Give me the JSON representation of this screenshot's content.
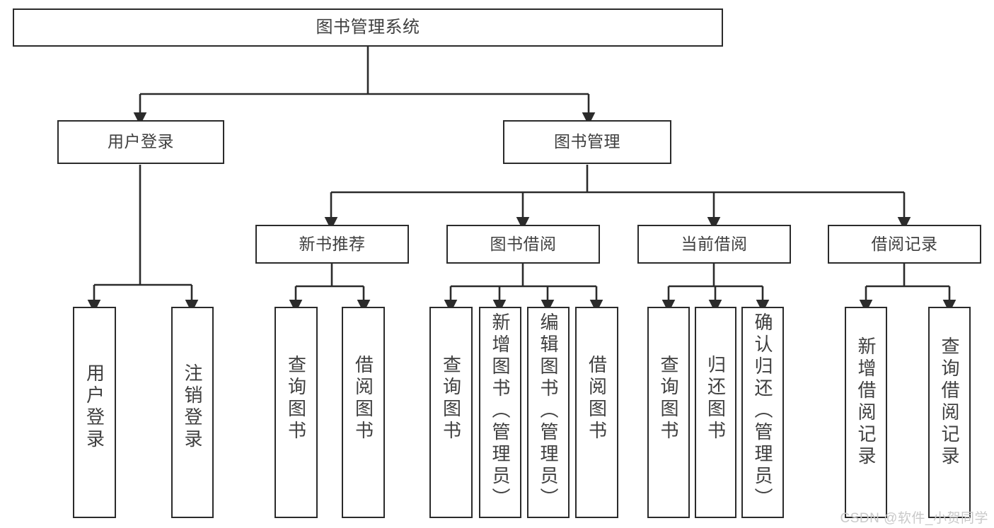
{
  "diagram": {
    "type": "tree-hierarchy",
    "title_node": {
      "id": "root",
      "label": "图书管理系统"
    },
    "level2": [
      {
        "id": "user-login",
        "label": "用户登录"
      },
      {
        "id": "book-management",
        "label": "图书管理"
      }
    ],
    "level3": [
      {
        "id": "new-book-recommend",
        "label": "新书推荐",
        "parent": "book-management"
      },
      {
        "id": "book-borrow",
        "label": "图书借阅",
        "parent": "book-management"
      },
      {
        "id": "current-borrow",
        "label": "当前借阅",
        "parent": "book-management"
      },
      {
        "id": "borrow-record",
        "label": "借阅记录",
        "parent": "book-management"
      }
    ],
    "leaves": {
      "user_login": [
        {
          "id": "leaf-user-login",
          "label": "用户登录"
        },
        {
          "id": "leaf-logout-login",
          "label": "注销登录"
        }
      ],
      "new_book_recommend": [
        {
          "id": "leaf-query-book-1",
          "label": "查询图书"
        },
        {
          "id": "leaf-borrow-book-1",
          "label": "借阅图书"
        }
      ],
      "book_borrow": [
        {
          "id": "leaf-query-book-2",
          "label": "查询图书"
        },
        {
          "id": "leaf-add-book",
          "label": "新增图书（管理员）"
        },
        {
          "id": "leaf-edit-book",
          "label": "编辑图书（管理员）"
        },
        {
          "id": "leaf-borrow-book-2",
          "label": "借阅图书"
        }
      ],
      "current_borrow": [
        {
          "id": "leaf-query-book-3",
          "label": "查询图书"
        },
        {
          "id": "leaf-return-book",
          "label": "归还图书"
        },
        {
          "id": "leaf-confirm-return",
          "label": "确认归还（管理员）"
        }
      ],
      "borrow_record": [
        {
          "id": "leaf-add-record",
          "label": "新增借阅记录"
        },
        {
          "id": "leaf-query-record",
          "label": "查询借阅记录"
        }
      ]
    },
    "colors": {
      "stroke": "#2b2b2b",
      "text": "#3f3f3f",
      "background": "#ffffff",
      "watermark": "#c9c9c9"
    }
  },
  "watermark": {
    "text": "CSDN @软件_小贺同学"
  }
}
